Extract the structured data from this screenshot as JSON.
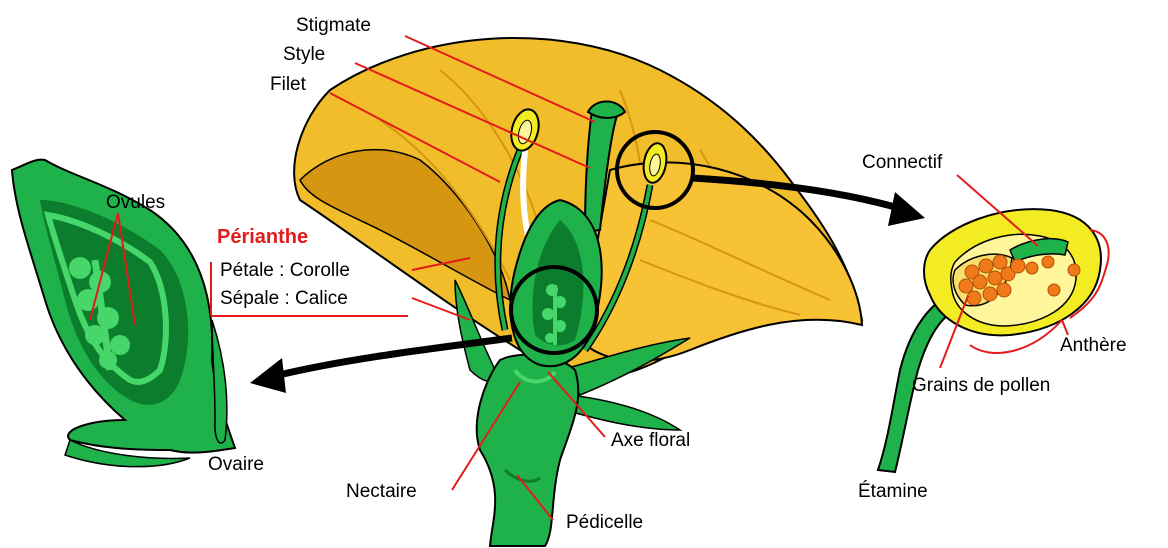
{
  "labels": {
    "stigmate": "Stigmate",
    "style": "Style",
    "filet": "Filet",
    "ovules": "Ovules",
    "perianthe": "Périanthe",
    "petale": "Pétale : Corolle",
    "sepale": "Sépale : Calice",
    "ovaire": "Ovaire",
    "nectaire": "Nectaire",
    "axe_floral": "Axe floral",
    "pedicelle": "Pédicelle",
    "connectif": "Connectif",
    "anthere": "Anthère",
    "grains_pollen": "Grains de pollen",
    "etamine": "Étamine"
  },
  "colors": {
    "petal": "#f2bd2a",
    "petal_light": "#f7d15a",
    "petal_dark": "#d69612",
    "green": "#1fb24a",
    "green_dark": "#0c7d2c",
    "green_light": "#46d66a",
    "anther_yellow": "#f4ec23",
    "pollen": "#f07a1a",
    "leader_red": "#e41b1b"
  }
}
